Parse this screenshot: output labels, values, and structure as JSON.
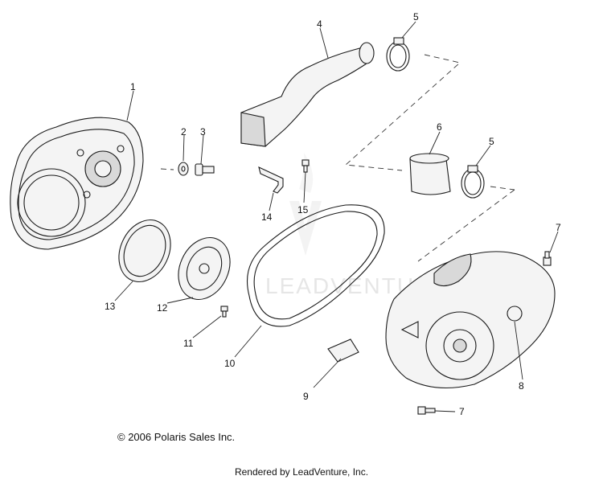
{
  "callouts": [
    "1",
    "2",
    "3",
    "4",
    "5",
    "5",
    "6",
    "7",
    "7",
    "8",
    "9",
    "10",
    "11",
    "12",
    "13",
    "14",
    "15"
  ],
  "watermark": "LEADVENTURE",
  "copyright": "© 2006 Polaris Sales Inc.",
  "rendered_by": "Rendered by LeadVenture, Inc."
}
